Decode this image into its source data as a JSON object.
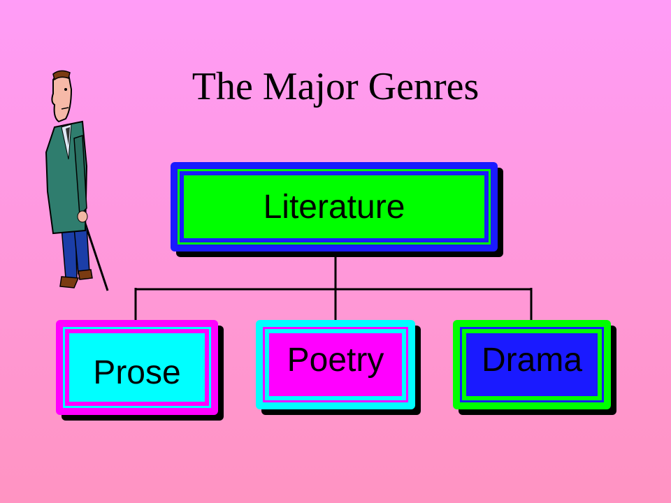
{
  "title": "The Major Genres",
  "nodes": {
    "root": {
      "label": "Literature",
      "outer": "#1a1aff",
      "fill": "#00ff00"
    },
    "prose": {
      "label": "Prose",
      "outer": "#ff00ff",
      "fill": "#00ffff"
    },
    "poetry": {
      "label": "Poetry",
      "outer": "#00ffff",
      "fill": "#ff00ff"
    },
    "drama": {
      "label": "Drama",
      "outer": "#00ff00",
      "fill": "#1a1aff"
    }
  },
  "clipart": "old-man-with-cane"
}
